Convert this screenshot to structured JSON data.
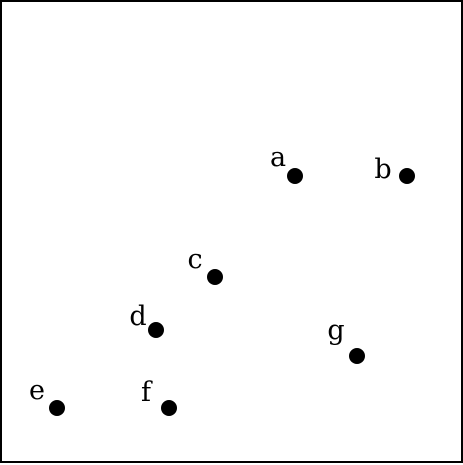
{
  "diagram": {
    "colors": {
      "point": "#000000",
      "frame": "#000000",
      "background": "#ffffff"
    },
    "points": [
      {
        "label": "a"
      },
      {
        "label": "b"
      },
      {
        "label": "c"
      },
      {
        "label": "d"
      },
      {
        "label": "e"
      },
      {
        "label": "f"
      },
      {
        "label": "g"
      }
    ]
  }
}
